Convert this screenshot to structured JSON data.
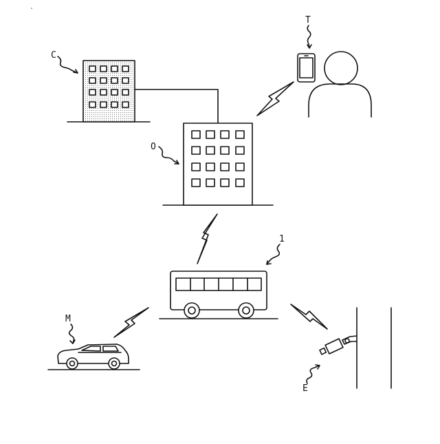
{
  "labels": {
    "building_c": "C",
    "terminal_t": "T",
    "building_o": "O",
    "bus": "1",
    "car": "M",
    "camera": "E"
  },
  "colors": {
    "line": "#111111",
    "building_c_fill": "#d8d8d8",
    "background": "#ffffff"
  }
}
